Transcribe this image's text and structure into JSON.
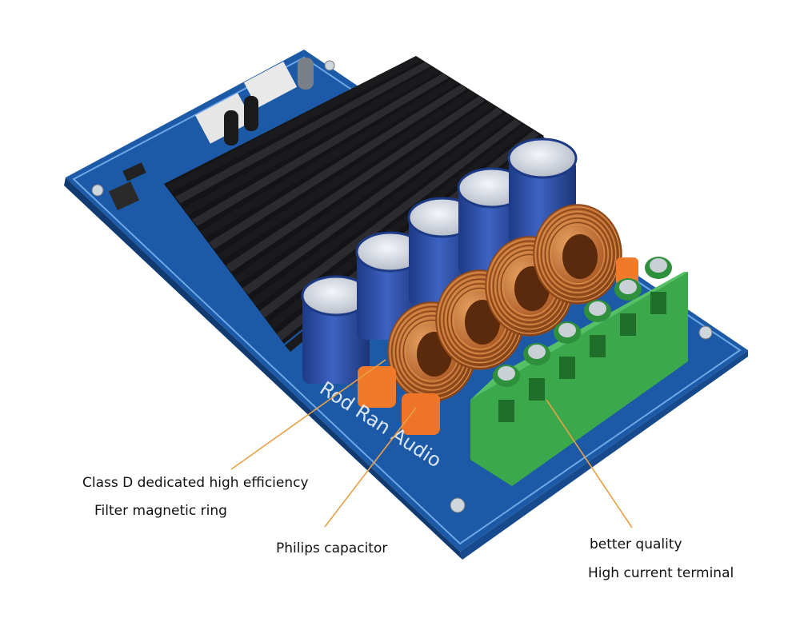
{
  "board": {
    "silkscreen": "Rod Ran Audio"
  },
  "annotations": [
    {
      "lines": [
        "Class D dedicated high efficiency",
        "Filter magnetic ring"
      ]
    },
    {
      "lines": [
        "Philips capacitor"
      ]
    },
    {
      "lines": [
        "better quality",
        "High current terminal"
      ]
    }
  ],
  "colors": {
    "pcb": "#1f5fb0",
    "pcb_edge": "#2a7fd6",
    "heatsink": "#1b1b1d",
    "capacitor": "#2f4fa5",
    "coil": "#b8642a",
    "terminal": "#3aa64a",
    "film_cap": "#f07a2a",
    "leader_line": "#e8a045"
  }
}
